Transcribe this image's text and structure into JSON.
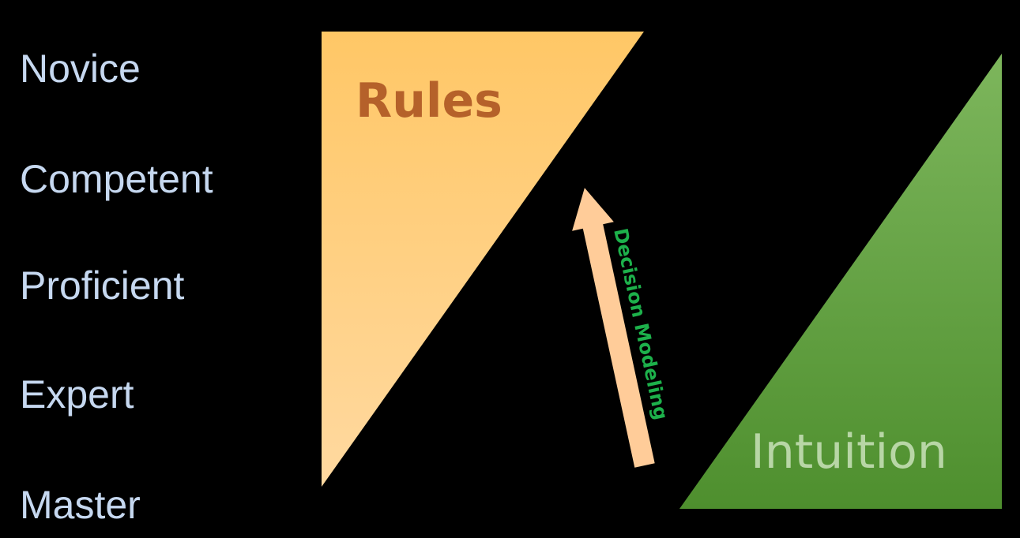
{
  "levels": [
    "Novice",
    "Competent",
    "Proficient",
    "Expert",
    "Master"
  ],
  "rules": {
    "label": "Rules",
    "fill_top": "#ffc766",
    "fill_bottom": "#ffd9a0",
    "text_color": "#b5612a"
  },
  "intuition": {
    "label": "Intuition",
    "fill_top": "#7db65c",
    "fill_bottom": "#4e8f2e",
    "text_color": "#b8d6a6"
  },
  "arrow": {
    "label": "Decision Modeling",
    "fill": "#ffcc99",
    "text_color": "#1db14b"
  }
}
